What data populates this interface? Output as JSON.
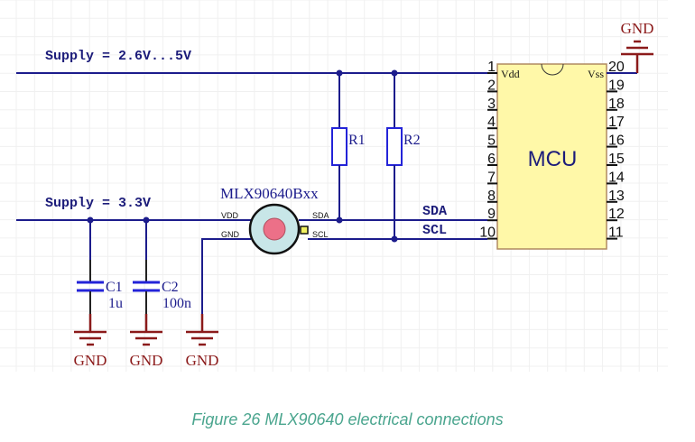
{
  "diagram": {
    "nets": {
      "supply_main": "Supply = 2.6V...5V",
      "supply_sensor": "Supply = 3.3V",
      "sda": "SDA",
      "scl": "SCL"
    },
    "sensor": {
      "name": "MLX90640Bxx",
      "pins": {
        "vdd": "VDD",
        "gnd": "GND",
        "sda": "SDA",
        "scl": "SCL"
      }
    },
    "resistors": [
      {
        "ref": "R1"
      },
      {
        "ref": "R2"
      }
    ],
    "capacitors": [
      {
        "ref": "C1",
        "value": "1u"
      },
      {
        "ref": "C2",
        "value": "100n"
      }
    ],
    "mcu": {
      "name": "MCU",
      "pin_vdd_label": "Vdd",
      "pin_vss_label": "Vss",
      "left_pins": [
        "1",
        "2",
        "3",
        "4",
        "5",
        "6",
        "7",
        "8",
        "9",
        "10"
      ],
      "right_pins": [
        "20",
        "19",
        "18",
        "17",
        "16",
        "15",
        "14",
        "13",
        "12",
        "11"
      ]
    },
    "grounds": [
      "GND",
      "GND",
      "GND",
      "GND"
    ],
    "colors": {
      "wire": "#1c1c8c",
      "ground": "#8b1a1a",
      "mcu_fill": "#fff8a8",
      "mcu_border": "#b08a60",
      "sensor_body": "#c8e6e8",
      "sensor_lens": "#ec7088",
      "resistor": "#2323d8"
    }
  },
  "caption": "Figure 26 MLX90640 electrical connections"
}
